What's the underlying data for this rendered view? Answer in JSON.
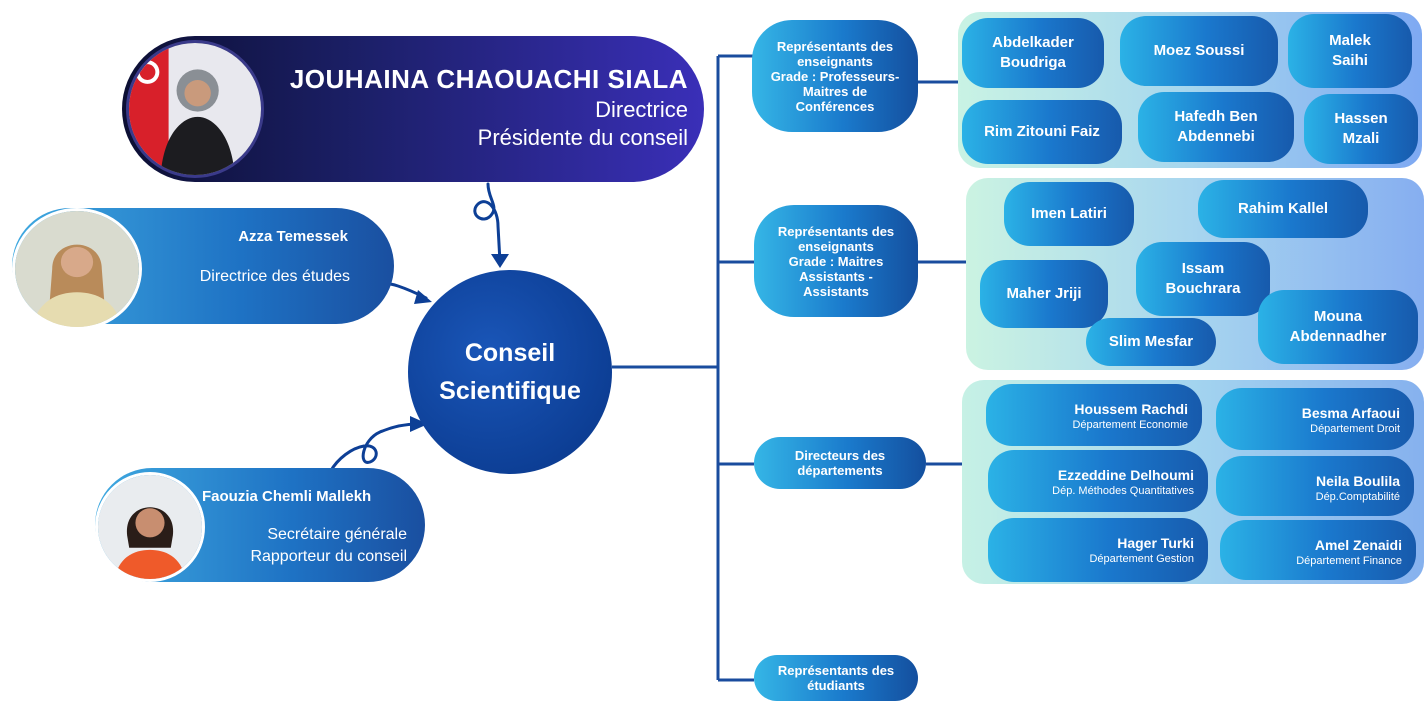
{
  "director": {
    "name": "JOUHAINA CHAOUACHI SIALA",
    "role1": "Directrice",
    "role2": "Présidente du conseil"
  },
  "studies_director": {
    "name": "Azza Temessek",
    "role": "Directrice des études"
  },
  "secretary": {
    "name": "Faouzia Chemli Mallekh",
    "role1": "Secrétaire générale",
    "role2": "Rapporteur du conseil"
  },
  "center": {
    "line1": "Conseil",
    "line2": "Scientifique"
  },
  "categories": [
    {
      "lines": [
        "Représentants des",
        "enseignants",
        "Grade : Professeurs-",
        "Maitres de",
        "Conférences"
      ]
    },
    {
      "lines": [
        "Représentants des",
        "enseignants",
        "Grade : Maitres",
        "Assistants -",
        "Assistants"
      ]
    },
    {
      "lines": [
        "Directeurs des",
        "départements"
      ]
    },
    {
      "lines": [
        "Représentants des",
        "étudiants"
      ]
    }
  ],
  "professors": [
    [
      "Abdelkader",
      "Boudriga"
    ],
    [
      "Moez Soussi"
    ],
    [
      "Malek",
      "Saihi"
    ],
    [
      "Rim Zitouni Faiz"
    ],
    [
      "Hafedh Ben",
      "Abdennebi"
    ],
    [
      "Hassen",
      "Mzali"
    ]
  ],
  "assistants": [
    [
      "Imen Latiri"
    ],
    [
      "Rahim Kallel"
    ],
    [
      "Maher Jriji"
    ],
    [
      "Issam",
      "Bouchrara"
    ],
    [
      "Slim Mesfar"
    ],
    [
      "Mouna",
      "Abdennadher"
    ]
  ],
  "departments": [
    {
      "name": "Houssem Rachdi",
      "dept": "Département Economie"
    },
    {
      "name": "Besma Arfaoui",
      "dept": "Département Droit"
    },
    {
      "name": "Ezzeddine Delhoumi",
      "dept": "Dép. Méthodes Quantitatives"
    },
    {
      "name": "Neila Boulila",
      "dept": "Dép.Comptabilité"
    },
    {
      "name": "Hager Turki",
      "dept": "Département Gestion"
    },
    {
      "name": "Amel Zenaidi",
      "dept": "Département Finance"
    }
  ],
  "colors": {
    "line": "#1a4c9e",
    "director_bg": "#1b1f66",
    "center": "#0d3f96"
  }
}
